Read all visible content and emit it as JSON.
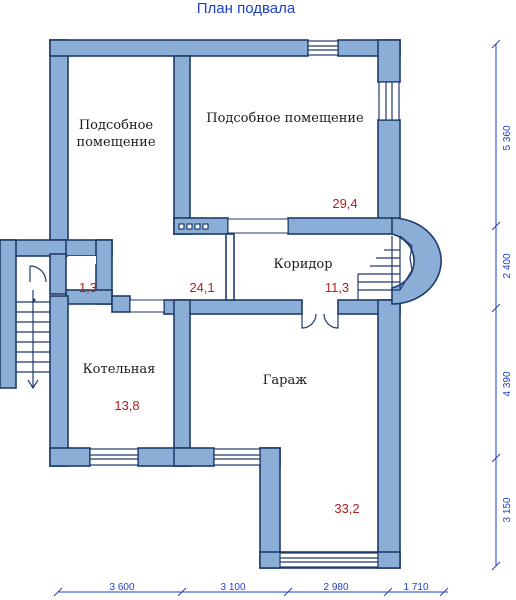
{
  "title": "План подвала",
  "rooms": [
    {
      "name_line1": "Подсобное",
      "name_line2": "помещение",
      "area": ""
    },
    {
      "name": "Подсобное помещение",
      "area": "29,4"
    },
    {
      "name": "",
      "area": "1,3"
    },
    {
      "name": "",
      "area": "24,1"
    },
    {
      "name": "Коридор",
      "area": "11,3"
    },
    {
      "name": "Котельная",
      "area": "13,8"
    },
    {
      "name": "Гараж",
      "area": "33,2"
    }
  ],
  "dimensions": {
    "bottom": [
      "3 600",
      "3 100",
      "2 980",
      "1 710"
    ],
    "right": [
      "5 360",
      "2 400",
      "4 390",
      "3 150"
    ]
  },
  "colors": {
    "wall": "#8aaed6",
    "outline": "#1f3a6b",
    "dimension": "#1d3fd0",
    "area_text": "#b21f1f"
  }
}
